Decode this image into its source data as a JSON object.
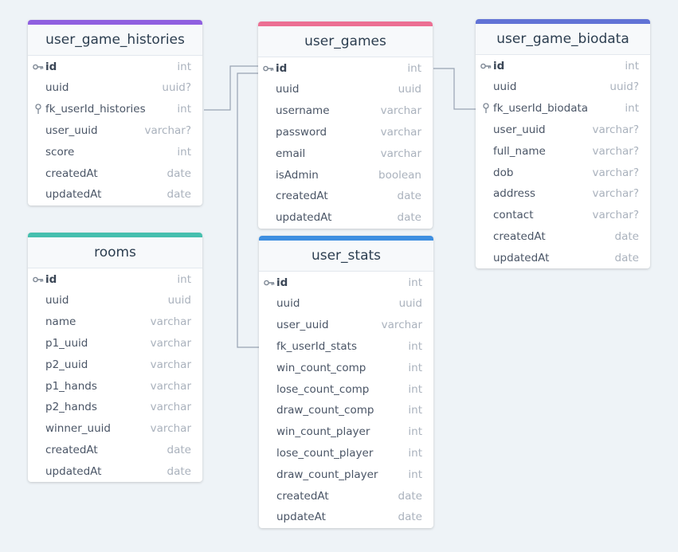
{
  "tables": [
    {
      "key": "user_game_histories",
      "name": "user_game_histories",
      "accent": "#8f5fe0",
      "fields": [
        {
          "name": "id",
          "type": "int",
          "key": "pk"
        },
        {
          "name": "uuid",
          "type": "uuid?",
          "key": ""
        },
        {
          "name": "fk_userId_histories",
          "type": "int",
          "key": "fk"
        },
        {
          "name": "user_uuid",
          "type": "varchar?",
          "key": ""
        },
        {
          "name": "score",
          "type": "int",
          "key": ""
        },
        {
          "name": "createdAt",
          "type": "date",
          "key": ""
        },
        {
          "name": "updatedAt",
          "type": "date",
          "key": ""
        }
      ]
    },
    {
      "key": "user_games",
      "name": "user_games",
      "accent": "#ec6f93",
      "fields": [
        {
          "name": "id",
          "type": "int",
          "key": "pk"
        },
        {
          "name": "uuid",
          "type": "uuid",
          "key": ""
        },
        {
          "name": "username",
          "type": "varchar",
          "key": ""
        },
        {
          "name": "password",
          "type": "varchar",
          "key": ""
        },
        {
          "name": "email",
          "type": "varchar",
          "key": ""
        },
        {
          "name": "isAdmin",
          "type": "boolean",
          "key": ""
        },
        {
          "name": "createdAt",
          "type": "date",
          "key": ""
        },
        {
          "name": "updatedAt",
          "type": "date",
          "key": ""
        }
      ]
    },
    {
      "key": "user_game_biodata",
      "name": "user_game_biodata",
      "accent": "#6173d6",
      "fields": [
        {
          "name": "id",
          "type": "int",
          "key": "pk"
        },
        {
          "name": "uuid",
          "type": "uuid?",
          "key": ""
        },
        {
          "name": "fk_userId_biodata",
          "type": "int",
          "key": "fk"
        },
        {
          "name": "user_uuid",
          "type": "varchar?",
          "key": ""
        },
        {
          "name": "full_name",
          "type": "varchar?",
          "key": ""
        },
        {
          "name": "dob",
          "type": "varchar?",
          "key": ""
        },
        {
          "name": "address",
          "type": "varchar?",
          "key": ""
        },
        {
          "name": "contact",
          "type": "varchar?",
          "key": ""
        },
        {
          "name": "createdAt",
          "type": "date",
          "key": ""
        },
        {
          "name": "updatedAt",
          "type": "date",
          "key": ""
        }
      ]
    },
    {
      "key": "rooms",
      "name": "rooms",
      "accent": "#45bfae",
      "fields": [
        {
          "name": "id",
          "type": "int",
          "key": "pk"
        },
        {
          "name": "uuid",
          "type": "uuid",
          "key": ""
        },
        {
          "name": "name",
          "type": "varchar",
          "key": ""
        },
        {
          "name": "p1_uuid",
          "type": "varchar",
          "key": ""
        },
        {
          "name": "p2_uuid",
          "type": "varchar",
          "key": ""
        },
        {
          "name": "p1_hands",
          "type": "varchar",
          "key": ""
        },
        {
          "name": "p2_hands",
          "type": "varchar",
          "key": ""
        },
        {
          "name": "winner_uuid",
          "type": "varchar",
          "key": ""
        },
        {
          "name": "createdAt",
          "type": "date",
          "key": ""
        },
        {
          "name": "updatedAt",
          "type": "date",
          "key": ""
        }
      ]
    },
    {
      "key": "user_stats",
      "name": "user_stats",
      "accent": "#3d8ee0",
      "fields": [
        {
          "name": "id",
          "type": "int",
          "key": "pk"
        },
        {
          "name": "uuid",
          "type": "uuid",
          "key": ""
        },
        {
          "name": "user_uuid",
          "type": "varchar",
          "key": ""
        },
        {
          "name": "fk_userId_stats",
          "type": "int",
          "key": ""
        },
        {
          "name": "win_count_comp",
          "type": "int",
          "key": ""
        },
        {
          "name": "lose_count_comp",
          "type": "int",
          "key": ""
        },
        {
          "name": "draw_count_comp",
          "type": "int",
          "key": ""
        },
        {
          "name": "win_count_player",
          "type": "int",
          "key": ""
        },
        {
          "name": "lose_count_player",
          "type": "int",
          "key": ""
        },
        {
          "name": "draw_count_player",
          "type": "int",
          "key": ""
        },
        {
          "name": "createdAt",
          "type": "date",
          "key": ""
        },
        {
          "name": "updateAt",
          "type": "date",
          "key": ""
        }
      ]
    }
  ],
  "relations": [
    {
      "from": "user_game_histories.fk_userId_histories",
      "to": "user_games.id"
    },
    {
      "from": "user_stats.fk_userId_stats",
      "to": "user_games.id"
    },
    {
      "from": "user_game_biodata.fk_userId_biodata",
      "to": "user_games.id"
    }
  ],
  "icons": {
    "pk": "key-icon",
    "fk": "foreign-key-icon"
  },
  "colors": {
    "background": "#eef3f7",
    "connector": "#98a3b3"
  }
}
